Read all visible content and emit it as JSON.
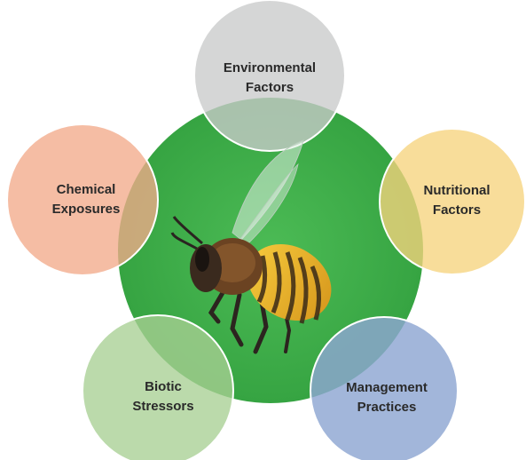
{
  "diagram": {
    "center": {
      "icon": "bee-icon",
      "color": "#3fae49"
    },
    "factors": [
      {
        "id": "environmental",
        "lines": [
          "Environmental",
          "Factors"
        ],
        "color": "#c9cacb"
      },
      {
        "id": "nutritional",
        "lines": [
          "Nutritional",
          "Factors"
        ],
        "color": "#f6d37e"
      },
      {
        "id": "management",
        "lines": [
          "Management",
          "Practices"
        ],
        "color": "#8ea6d2"
      },
      {
        "id": "biotic",
        "lines": [
          "Biotic",
          "Stressors"
        ],
        "color": "#a8cf94"
      },
      {
        "id": "chemical",
        "lines": [
          "Chemical",
          "Exposures"
        ],
        "color": "#f2ab8a"
      }
    ]
  }
}
